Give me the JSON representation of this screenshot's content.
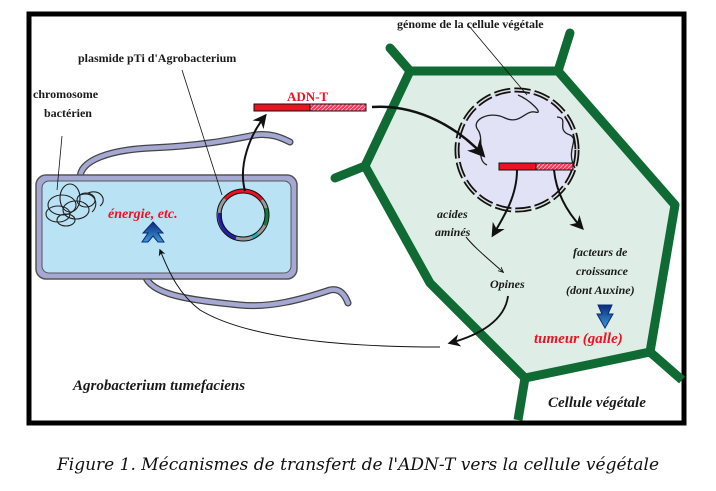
{
  "figure": {
    "labels": {
      "bacterial_chromosome_line1": "chromosome",
      "bacterial_chromosome_line2": "bactérien",
      "plasmid": "plasmide pTi d'Agrobacterium",
      "t_dna": "ADN-T",
      "plant_genome": "génome de la cellule végétale",
      "energy": "énergie, etc.",
      "amino_acids_line1": "acides",
      "amino_acids_line2": "aminés",
      "opines": "Opines",
      "growth_factors_line1": "facteurs de",
      "growth_factors_line2": "croissance",
      "growth_factors_line3": "(dont Auxine)",
      "tumor": "tumeur (galle)",
      "bacterium_name": "Agrobacterium tumefaciens",
      "plant_cell": "Cellule végétale"
    },
    "colors": {
      "cell_wall": "#0f6b33",
      "plant_cytoplasm": "#deeee6",
      "nucleus": "#e2e2f6",
      "bacterium_fill": "#b9e2f5",
      "bacterium_wall": "#a6a8d4",
      "t_dna_red": "#ee1122",
      "highlight_text": "#ee1122",
      "blue_arrow": "#1d62b5"
    }
  },
  "caption": "Figure 1. Mécanismes de transfert de l'ADN-T vers la cellule végétale"
}
